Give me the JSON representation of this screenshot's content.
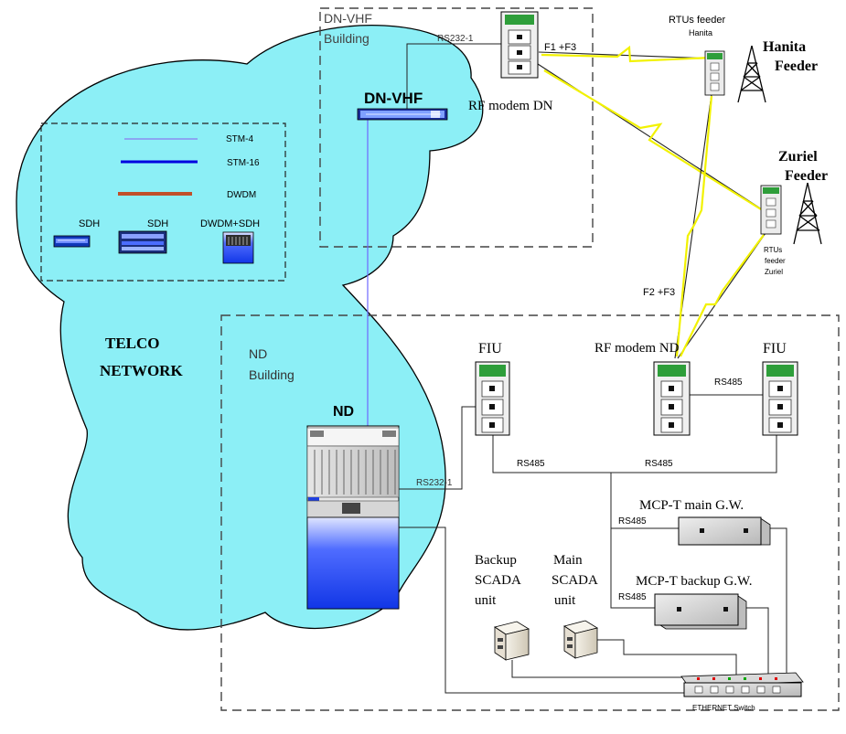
{
  "labels": {
    "telco_network": [
      "TELCO",
      "NETWORK"
    ],
    "dn_vhf_building": [
      "DN-VHF",
      "Building"
    ],
    "dn_vhf": "DN-VHF",
    "rs232_1_top": "RS232-1",
    "f1_f3": "F1 +F3",
    "rtu_hanita": [
      "RTUs feeder",
      "Hanita"
    ],
    "hanita_feeder": [
      "Hanita",
      "Feeder"
    ],
    "rf_modem_dn": "RF modem DN",
    "zuriel_feeder": [
      "Zuriel",
      "Feeder"
    ],
    "rtu_zuriel": [
      "RTUs",
      "feeder",
      "Zuriel"
    ],
    "f2_f3": "F2 +F3",
    "nd_building": [
      "ND",
      "Building"
    ],
    "nd": "ND",
    "fiu_left": "FIU",
    "rf_modem_nd": "RF modem ND",
    "fiu_right": "FIU",
    "rs485_fiu": "RS485",
    "rs485_bus_left": "RS485",
    "rs485_bus_right": "RS485",
    "rs232_1_bottom": "RS232-1",
    "mcp_main": "MCP-T main G.W.",
    "rs485_main": "RS485",
    "mcp_backup": "MCP-T backup G.W.",
    "rs485_backup": "RS485",
    "backup_scada": [
      "Backup",
      "SCADA",
      "unit"
    ],
    "main_scada": [
      "Main",
      "SCADA",
      "unit"
    ],
    "ethernet_switch": "ETHERNET Switch"
  },
  "legend": {
    "stm4": "STM-4",
    "stm16": "STM-16",
    "dwdm": "DWDM",
    "sdh1": "SDH",
    "sdh2": "SDH",
    "dwdm_sdh": "DWDM+SDH"
  },
  "colors": {
    "cloud": "#8CEFF6",
    "stm4": "#8A7BF0",
    "stm16": "#0000E0",
    "dwdm": "#C0502A",
    "radio_link": "#F2F200",
    "device_green": "#2E9E3A",
    "blue_unit": "#1F3FE0"
  }
}
